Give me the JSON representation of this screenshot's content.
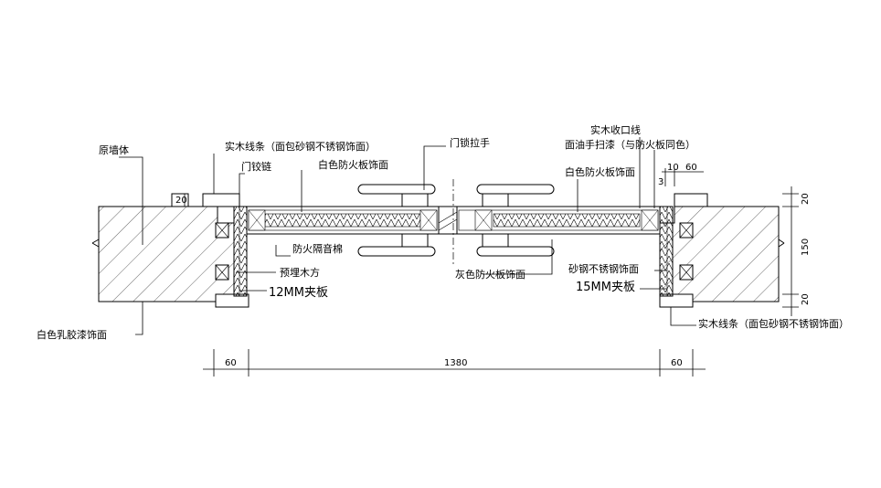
{
  "labels": {
    "original_wall": "原墙体",
    "solid_wood_strip_left": "实木线条（面包砂钢不锈钢饰面）",
    "door_hinge": "门铰链",
    "white_fireproof_board_left": "白色防火板饰面",
    "door_lock_handle": "门锁拉手",
    "solid_wood_door_stop": "实木收口线",
    "oil_finish": "面油手扫漆（与防火板同色）",
    "white_fireproof_board_right": "白色防火板饰面",
    "fireproof_sound_cotton": "防火隔音棉",
    "embedded_wood": "预埋木方",
    "plywood_12mm": "12MM夹板",
    "white_latex_paint": "白色乳胶漆饰面",
    "grey_fireproof_board": "灰色防火板饰面",
    "sanded_stainless_finish": "砂钢不锈钢饰面",
    "plywood_15mm": "15MM夹板",
    "solid_wood_strip_right": "实木线条（面包砂钢不锈钢饰面）"
  },
  "dimensions": {
    "bottom_left": "60",
    "bottom_middle": "1380",
    "bottom_right": "60",
    "right_top": "20",
    "right_middle": "150",
    "right_bottom": "20",
    "left_frame": "20",
    "top_small": "10",
    "top_sixty": "60",
    "top_three": "3"
  }
}
